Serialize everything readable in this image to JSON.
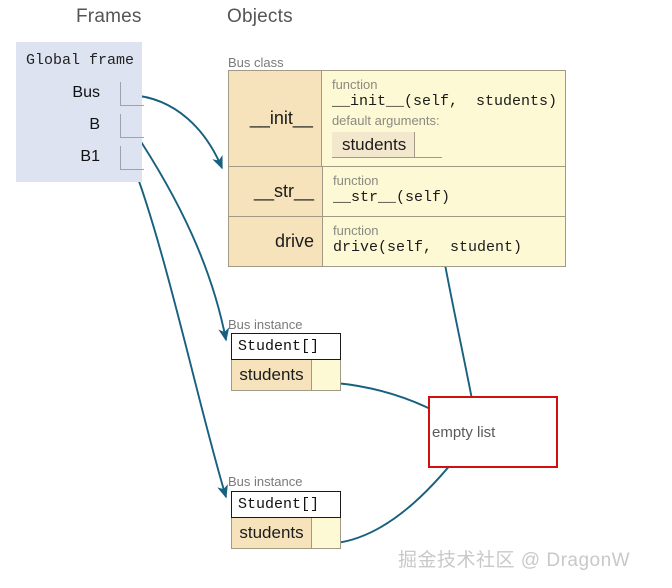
{
  "headers": {
    "frames": "Frames",
    "objects": "Objects"
  },
  "global_frame": {
    "title": "Global frame",
    "variables": [
      {
        "name": "Bus"
      },
      {
        "name": "B"
      },
      {
        "name": "B1"
      }
    ]
  },
  "bus_class": {
    "caption": "Bus class",
    "rows": [
      {
        "key": "__init__",
        "type_label": "function",
        "signature": "__init__(self,  students)",
        "default_args_label": "default arguments:",
        "default_arg_name": "students"
      },
      {
        "key": "__str__",
        "type_label": "function",
        "signature": "__str__(self)"
      },
      {
        "key": "drive",
        "type_label": "function",
        "signature": "drive(self,  student)"
      }
    ]
  },
  "instances": [
    {
      "caption": "Bus instance",
      "type": "Student[]",
      "field_name": "students"
    },
    {
      "caption": "Bus instance",
      "type": "Student[]",
      "field_name": "students"
    }
  ],
  "empty_list": {
    "label": "empty list",
    "border_color": "#d10f0f"
  },
  "watermark": {
    "text": "掘金技术社区 @ DragonW"
  },
  "colors": {
    "frame_bg": "#dde3f0",
    "class_key_bg": "#f6e3bb",
    "class_val_bg": "#fdf9d4",
    "pointer": "#17607f",
    "table_border": "#a09a86",
    "caption_text": "#7a7a7a"
  }
}
